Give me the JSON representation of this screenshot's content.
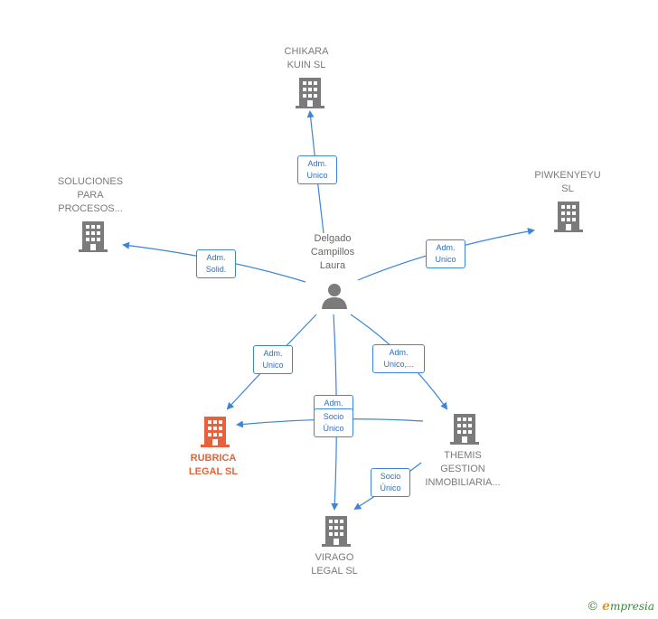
{
  "center": {
    "label": "Delgado\nCampillos\nLaura"
  },
  "nodes": {
    "chikara": {
      "label": "CHIKARA\nKUIN  SL"
    },
    "soluciones": {
      "label": "SOLUCIONES\nPARA\nPROCESOS..."
    },
    "piwkenyeyu": {
      "label": "PIWKENYEYU\nSL"
    },
    "rubrica": {
      "label": "RUBRICA\nLEGAL  SL"
    },
    "themis": {
      "label": "THEMIS\nGESTION\nINMOBILIARIA..."
    },
    "virago": {
      "label": "VIRAGO\nLEGAL  SL"
    }
  },
  "edges": {
    "e_chikara": "Adm.\nUnico",
    "e_soluciones": "Adm.\nSolid.",
    "e_piwkenyeyu": "Adm.\nUnico",
    "e_rubrica": "Adm.\nUnico",
    "e_virago": "Adm.",
    "e_themis_rubrica": "Socio\nÚnico",
    "e_themis": "Adm.\nUnico,...",
    "e_themis_virago": "Socio\nÚnico"
  },
  "brand": {
    "copyright": "©",
    "e": "e",
    "rest": "mpresia"
  },
  "colors": {
    "edge": "#3d85d6",
    "building": "#7b7b7b",
    "focus": "#e8613a"
  }
}
